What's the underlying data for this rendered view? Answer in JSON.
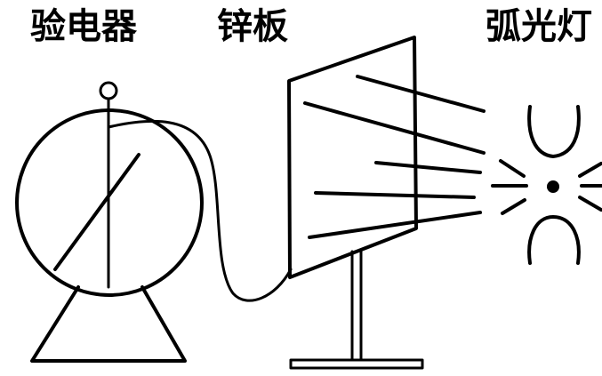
{
  "labels": {
    "electroscope": "验电器",
    "zinc_plate": "锌板",
    "arc_lamp": "弧光灯"
  },
  "colors": {
    "ink": "#000000",
    "background": "#ffffff"
  }
}
